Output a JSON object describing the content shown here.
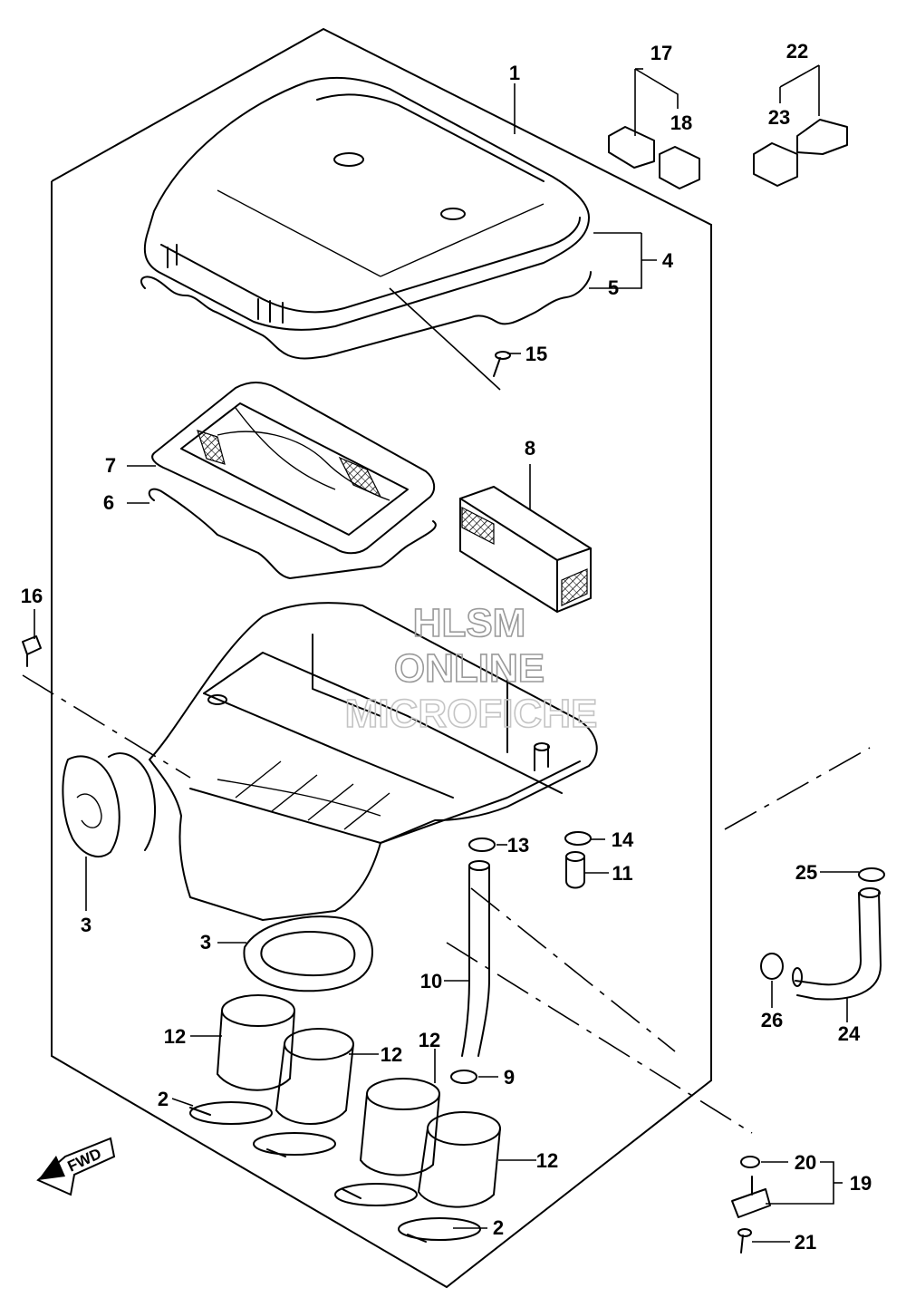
{
  "labels": {
    "p1": "1",
    "p2a": "2",
    "p2b": "2",
    "p3a": "3",
    "p3b": "3",
    "p4": "4",
    "p5": "5",
    "p6": "6",
    "p7": "7",
    "p8": "8",
    "p9": "9",
    "p10": "10",
    "p11": "11",
    "p12a": "12",
    "p12b": "12",
    "p12c": "12",
    "p12d": "12",
    "p13": "13",
    "p14": "14",
    "p15": "15",
    "p16": "16",
    "p17": "17",
    "p18": "18",
    "p19": "19",
    "p20": "20",
    "p21": "21",
    "p22": "22",
    "p23": "23",
    "p24": "24",
    "p25": "25",
    "p26": "26"
  },
  "watermark": {
    "line1": "HLSM",
    "line2": "ONLINE",
    "line3": "MICROFICHE"
  },
  "fwd_arrow": {
    "label": "FWD"
  }
}
